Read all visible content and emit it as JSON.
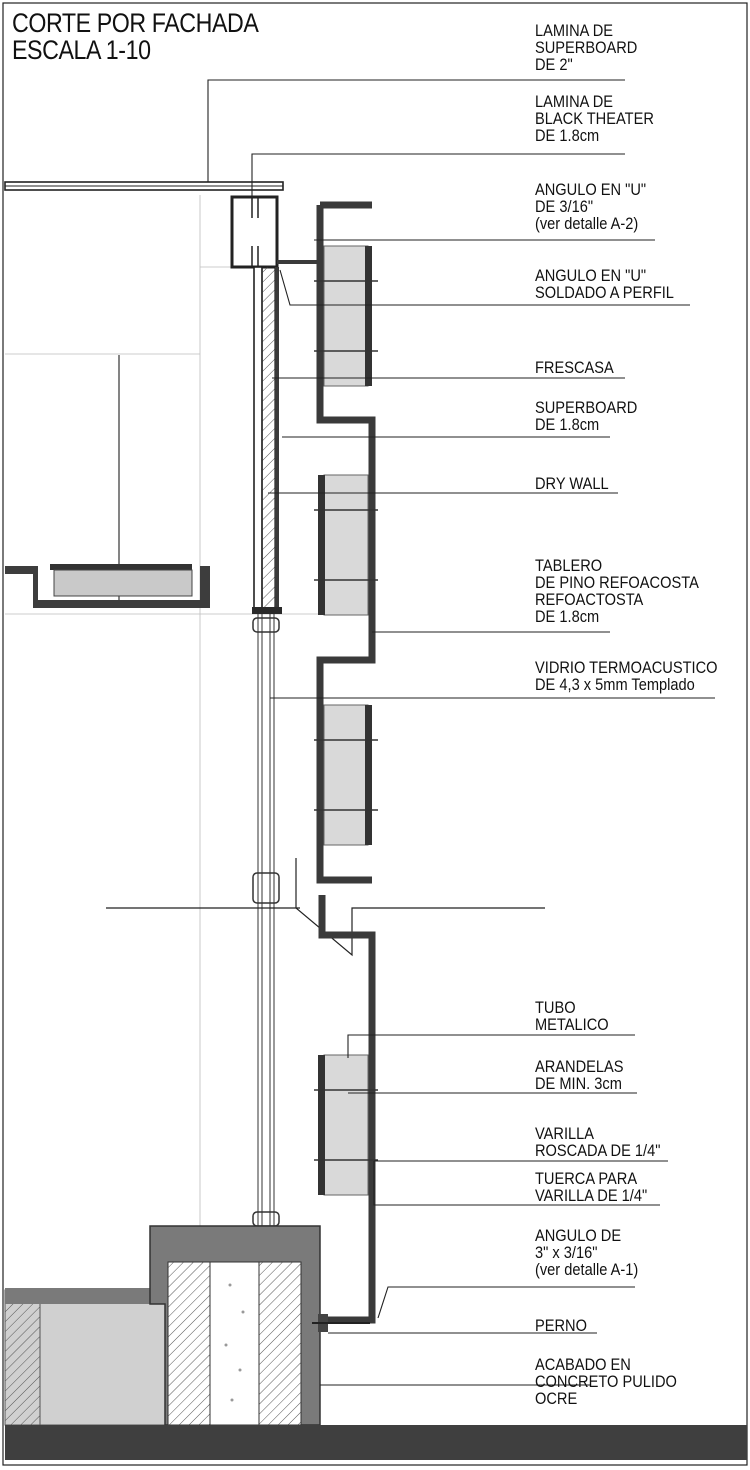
{
  "title": {
    "line1": "CORTE POR FACHADA",
    "line2": "ESCALA 1-10"
  },
  "labels": [
    {
      "id": "lamina-superboard",
      "lines": [
        "LAMINA DE",
        "SUPERBOARD",
        "DE 2\""
      ]
    },
    {
      "id": "lamina-black-theater",
      "lines": [
        "LAMINA DE",
        "BLACK THEATER",
        "DE 1.8cm"
      ]
    },
    {
      "id": "angulo-u-316",
      "lines": [
        "ANGULO EN \"U\"",
        "DE 3/16\"",
        "(ver detalle A-2)"
      ]
    },
    {
      "id": "angulo-u-soldado",
      "lines": [
        "ANGULO EN \"U\"",
        "SOLDADO A PERFIL"
      ]
    },
    {
      "id": "frescasa",
      "lines": [
        "FRESCASA"
      ]
    },
    {
      "id": "superboard-18",
      "lines": [
        "SUPERBOARD",
        "DE 1.8cm"
      ]
    },
    {
      "id": "dry-wall",
      "lines": [
        "DRY WALL"
      ]
    },
    {
      "id": "tablero-pino",
      "lines": [
        "TABLERO",
        "DE PINO REFOACOSTA",
        "REFOACTOSTA",
        "DE 1.8cm"
      ]
    },
    {
      "id": "vidrio-termoacustico",
      "lines": [
        "VIDRIO TERMOACUSTICO",
        "DE 4,3 x 5mm Templado"
      ]
    },
    {
      "id": "tubo-metalico",
      "lines": [
        "TUBO",
        "METALICO"
      ]
    },
    {
      "id": "arandelas",
      "lines": [
        "ARANDELAS",
        "DE MIN. 3cm"
      ]
    },
    {
      "id": "varilla-roscada",
      "lines": [
        "VARILLA",
        "ROSCADA DE 1/4\""
      ]
    },
    {
      "id": "tuerca",
      "lines": [
        "TUERCA PARA",
        "VARILLA DE 1/4\""
      ]
    },
    {
      "id": "angulo-3x316",
      "lines": [
        "ANGULO DE",
        "3\" x 3/16\"",
        "(ver detalle A-1)"
      ]
    },
    {
      "id": "perno",
      "lines": [
        "PERNO"
      ]
    },
    {
      "id": "acabado-concreto",
      "lines": [
        "ACABADO EN",
        "CONCRETO PULIDO",
        "OCRE"
      ]
    }
  ],
  "colors": {
    "line": "#1a1a1a",
    "fill_light": "#d9d9d9",
    "fill_mid": "#8c8c8c",
    "fill_dark": "#4a4a4a",
    "ground": "#3f3f3f"
  }
}
